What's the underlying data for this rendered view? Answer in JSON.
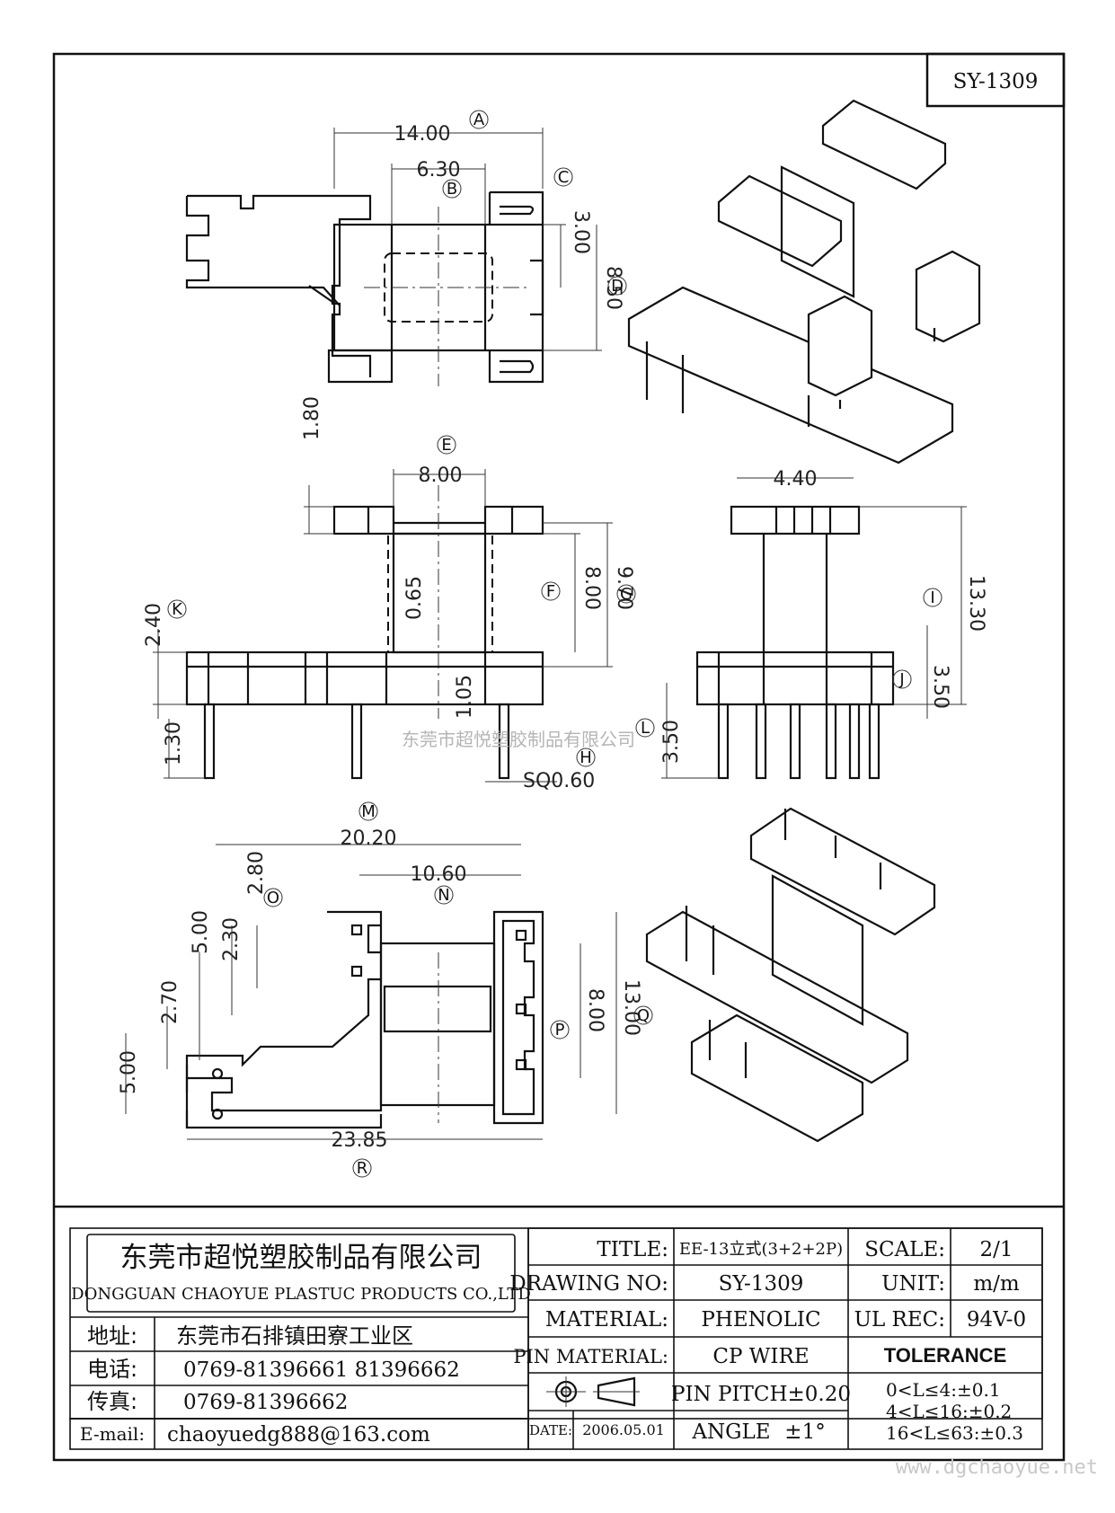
{
  "drawing_code": "SY-1309",
  "watermark": "东莞市超悦塑胶制品有限公司",
  "site": "www.dgchaoyue.net",
  "callouts": [
    "A",
    "B",
    "C",
    "D",
    "E",
    "F",
    "G",
    "H",
    "I",
    "J",
    "K",
    "L",
    "M",
    "N",
    "O",
    "P",
    "Q",
    "R"
  ],
  "dims": {
    "top_width": "14.00",
    "top_inner": "6.30",
    "top_slot": "3.00",
    "top_height": "8.50",
    "front_flange_h": "1.80",
    "front_inner_w": "8.00",
    "front_wall": "0.65",
    "front_win_h": "8.00",
    "front_total_h": "9.70",
    "front_base_h": "2.40",
    "front_pin_len": "1.30",
    "front_bottom": "1.05",
    "pin_size": "SQ0.60",
    "side_width": "4.40",
    "side_total_h": "13.30",
    "side_base_h": "3.50",
    "side_pin_len": "3.50",
    "bottom_total_w": "20.20",
    "bottom_inner_w": "10.60",
    "bottom_pin_pitch1": "2.80",
    "bottom_pin_pitch2": "2.30",
    "bottom_span": "5.00",
    "bottom_offset": "2.70",
    "bottom_left_h": "5.00",
    "bottom_right_pitch": "8.00",
    "bottom_total_h": "13.00",
    "bottom_overall_w": "23.85"
  },
  "title_block": {
    "company_cn": "东莞市超悦塑胶制品有限公司",
    "company_en": "DONGGUAN CHAOYUE PLASTUC PRODUCTS CO.,LTD",
    "address_label": "地址:",
    "address": "东莞市石排镇田寮工业区",
    "phone_label": "电话:",
    "phone": "0769-81396661   81396662",
    "fax_label": "传真:",
    "fax": "0769-81396662",
    "email_label": "E-mail:",
    "email": "chaoyuedg888@163.com",
    "title_label": "TITLE:",
    "title_value": "EE-13立式(3+2+2P)",
    "scale_label": "SCALE:",
    "scale_value": "2/1",
    "drawing_no_label": "DRAWING NO:",
    "drawing_no": "SY-1309",
    "unit_label": "UNIT:",
    "unit_value": "m/m",
    "material_label": "MATERIAL:",
    "material_value": "PHENOLIC",
    "ul_label": "UL REC:",
    "ul_value": "94V-0",
    "pin_material_label": "PIN MATERIAL:",
    "pin_material_value": "CP WIRE",
    "tolerance_label": "TOLERANCE",
    "pin_pitch": "PIN PITCH±0.20",
    "angle_label": "ANGLE",
    "angle_value": "±1°",
    "date_label": "DATE:",
    "date_value": "2006.05.01",
    "tol1": "0<L≤4:±0.1",
    "tol2": "4<L≤16:±0.2",
    "tol3": "16<L≤63:±0.3"
  }
}
